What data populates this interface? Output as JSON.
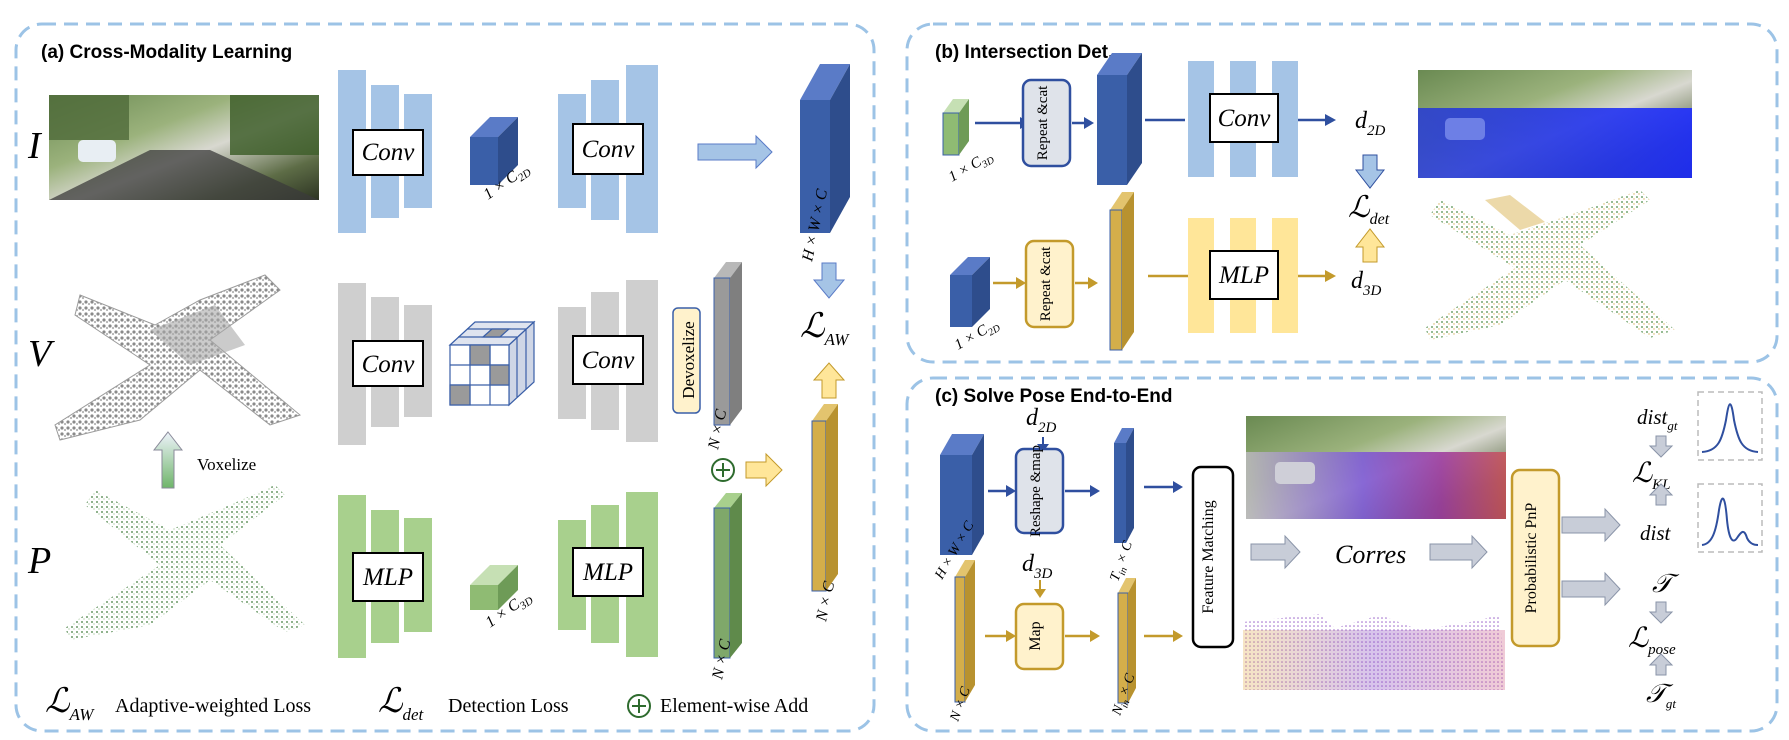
{
  "panels": {
    "a_title": "(a) Cross-Modality Learning",
    "b_title": "(b) Intersection Det.",
    "c_title": "(c) Solve Pose End-to-End"
  },
  "rows": {
    "image": "I",
    "voxel": "V",
    "points": "P"
  },
  "blocks": {
    "conv": "Conv",
    "mlp": "MLP",
    "devoxelize": "Devoxelize",
    "voxelize": "Voxelize",
    "repeat_cat": "Repeat &cat",
    "reshape_map": "Reshape &map",
    "map": "Map",
    "feature_matching": "Feature Matching",
    "prob_pnp": "Probabilistic PnP",
    "corres": "Corres"
  },
  "dims": {
    "c2d": "1 × C",
    "c2d_sub": "2D",
    "c3d": "1 × C",
    "c3d_sub": "3D",
    "hwc": "H × W × C",
    "nc": "N × C",
    "tin": "T",
    "tin_sub": "in",
    "tin_tail": " × C",
    "nin": "N",
    "nin_sub": "in",
    "nin_tail": " × C"
  },
  "math": {
    "L": "ℒ",
    "aw": "AW",
    "det": "det",
    "kl": "KL",
    "pose": "pose",
    "d": "d",
    "d2d": "2D",
    "d3d": "3D",
    "dist": "dist",
    "gt": "gt",
    "T": "𝒯"
  },
  "legend": {
    "aw_text": "Adaptive-weighted Loss",
    "det_text": "Detection Loss",
    "add_text": "Element-wise Add"
  },
  "colors": {
    "dash": "#9cc3e6",
    "blue_light": "#a5c4e6",
    "blue_dark": "#3a5fa8",
    "gray": "#cfcfcf",
    "green": "#a8d08d",
    "green_dark": "#6e9b57",
    "gold": "#d4ae4a",
    "yellow_light": "#ffe699",
    "arrow_blue": "#2f4f9f",
    "arrow_gold": "#c39a2b"
  }
}
